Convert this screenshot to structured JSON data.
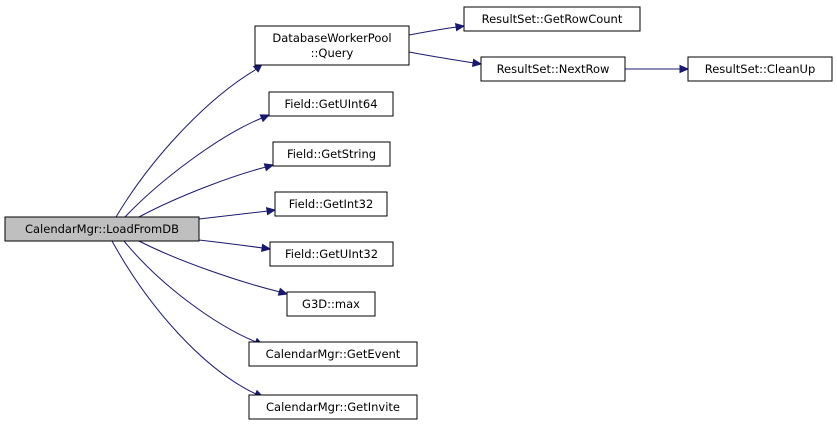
{
  "colors": {
    "edge": "#191970",
    "root_fill": "#bfbfbf",
    "node_fill": "#ffffff",
    "node_border": "#000000"
  },
  "nodes": {
    "root": {
      "lines": [
        "CalendarMgr::LoadFromDB"
      ]
    },
    "query": {
      "lines": [
        "DatabaseWorkerPool",
        "::Query"
      ]
    },
    "getuint64": {
      "lines": [
        "Field::GetUInt64"
      ]
    },
    "getstring": {
      "lines": [
        "Field::GetString"
      ]
    },
    "getint32": {
      "lines": [
        "Field::GetInt32"
      ]
    },
    "getuint32": {
      "lines": [
        "Field::GetUInt32"
      ]
    },
    "max": {
      "lines": [
        "G3D::max"
      ]
    },
    "getevent": {
      "lines": [
        "CalendarMgr::GetEvent"
      ]
    },
    "getinvite": {
      "lines": [
        "CalendarMgr::GetInvite"
      ]
    },
    "getrowcount": {
      "lines": [
        "ResultSet::GetRowCount"
      ]
    },
    "nextrow": {
      "lines": [
        "ResultSet::NextRow"
      ]
    },
    "cleanup": {
      "lines": [
        "ResultSet::CleanUp"
      ]
    }
  },
  "edges": [
    {
      "from": "root",
      "to": "query"
    },
    {
      "from": "root",
      "to": "getuint64"
    },
    {
      "from": "root",
      "to": "getstring"
    },
    {
      "from": "root",
      "to": "getint32"
    },
    {
      "from": "root",
      "to": "getuint32"
    },
    {
      "from": "root",
      "to": "max"
    },
    {
      "from": "root",
      "to": "getevent"
    },
    {
      "from": "root",
      "to": "getinvite"
    },
    {
      "from": "query",
      "to": "getrowcount"
    },
    {
      "from": "query",
      "to": "nextrow"
    },
    {
      "from": "nextrow",
      "to": "cleanup"
    }
  ]
}
